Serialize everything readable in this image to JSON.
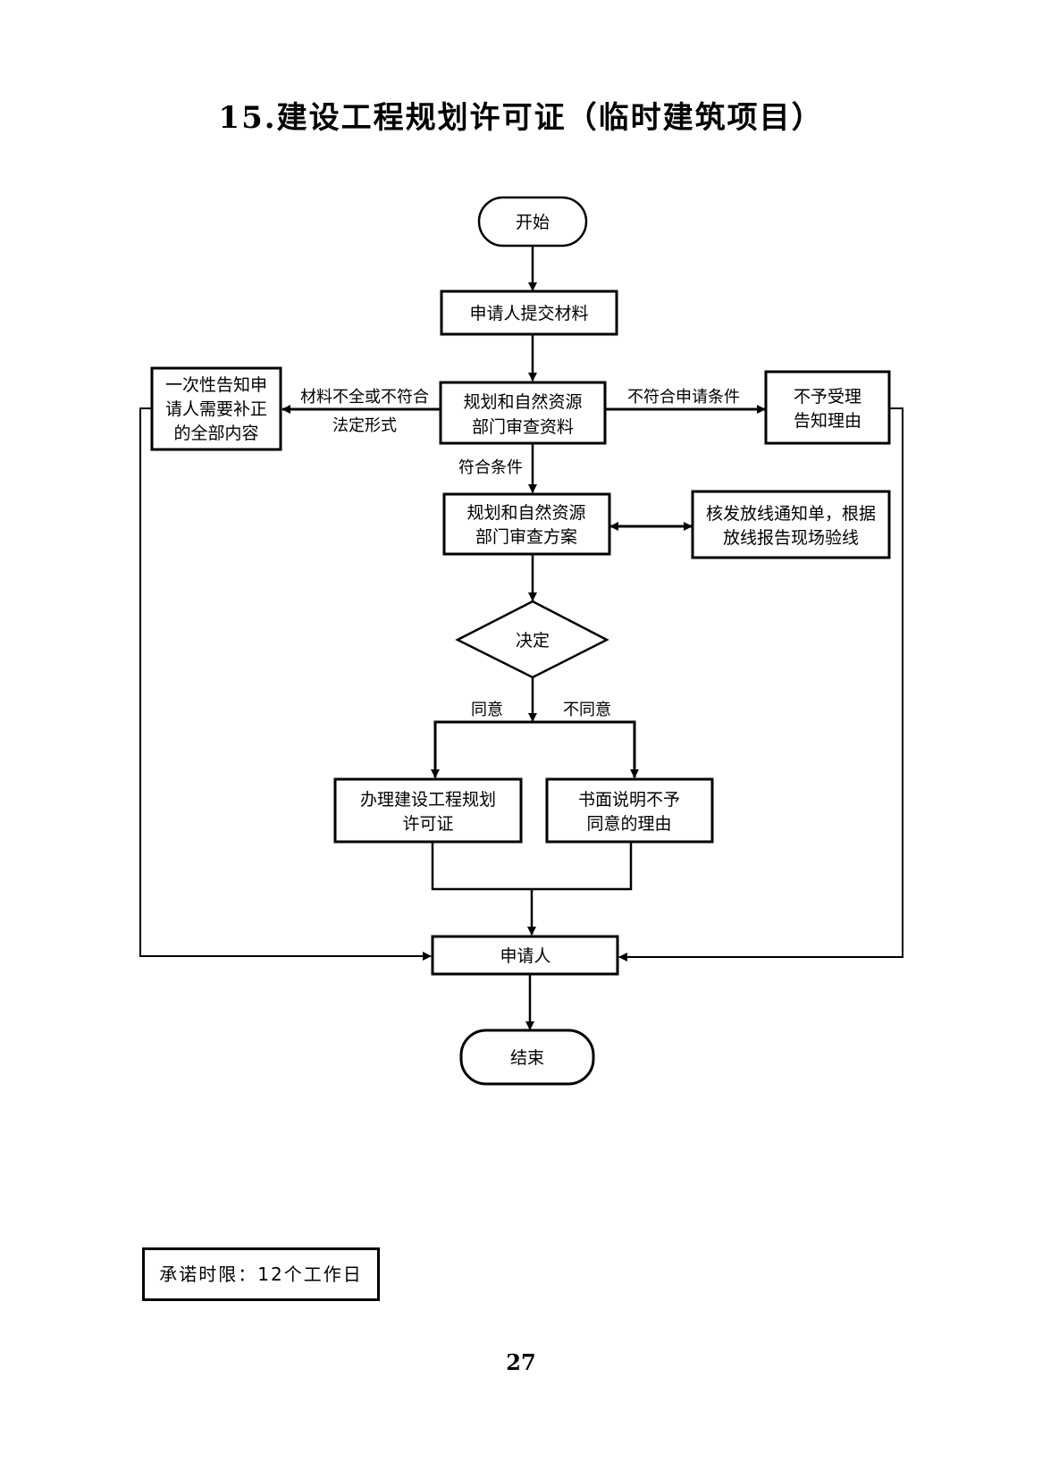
{
  "title": "15.建设工程规划许可证（临时建筑项目）",
  "nodes": {
    "start": "开始",
    "submit": "申请人提交材料",
    "review_materials": [
      "规划和自然资源",
      "部门审查资料"
    ],
    "notify_corrections": [
      "一次性告知申",
      "请人需要补正",
      "的全部内容"
    ],
    "reject_accept": [
      "不予受理",
      "告知理由"
    ],
    "review_plan": [
      "规划和自然资源",
      "部门审查方案"
    ],
    "layout_notice": [
      "核发放线通知单，根据",
      "放线报告现场验线"
    ],
    "decision": "决定",
    "issue_permit": [
      "办理建设工程规划",
      "许可证"
    ],
    "written_refusal": [
      "书面说明不予",
      "同意的理由"
    ],
    "applicant": "申请人",
    "end": "结束"
  },
  "edges": {
    "incomplete": [
      "材料不全或不符合",
      "法定形式"
    ],
    "not_eligible": "不符合申请条件",
    "eligible": "符合条件",
    "agree": "同意",
    "disagree": "不同意"
  },
  "deadline": "承诺时限：12个工作日",
  "page_number": "27"
}
